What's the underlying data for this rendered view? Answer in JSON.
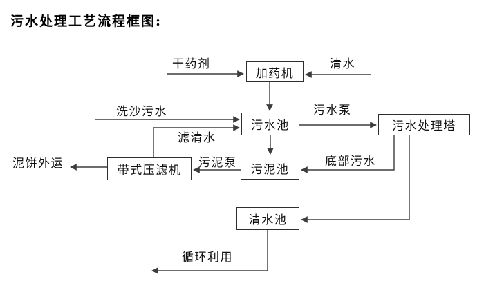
{
  "title": "污水处理工艺流程框图:",
  "diagram": {
    "nodes": [
      {
        "id": "dosing-machine",
        "label": "加药机"
      },
      {
        "id": "sewage-pool",
        "label": "污水池"
      },
      {
        "id": "treatment-tower",
        "label": "污水处理塔"
      },
      {
        "id": "sludge-pool",
        "label": "污泥池"
      },
      {
        "id": "belt-filter-press",
        "label": "带式压滤机"
      },
      {
        "id": "clean-water-pool",
        "label": "清水池"
      }
    ],
    "labels": [
      {
        "id": "dry-agent",
        "text": "干药剂"
      },
      {
        "id": "clean-water-in",
        "text": "清水"
      },
      {
        "id": "sand-washing-sewage",
        "text": "洗沙污水"
      },
      {
        "id": "sewage-pump",
        "text": "污水泵"
      },
      {
        "id": "filtered-water",
        "text": "滤清水"
      },
      {
        "id": "bottom-sewage",
        "text": "底部污水"
      },
      {
        "id": "sludge-pump",
        "text": "污泥泵"
      },
      {
        "id": "mud-cake-outbound",
        "text": "泥饼外运"
      },
      {
        "id": "recycle-use",
        "text": "循环利用"
      }
    ],
    "colors": {
      "line": "#3d3d3d",
      "box_border": "#2e2e2e",
      "text": "#111111",
      "background": "#ffffff"
    }
  }
}
